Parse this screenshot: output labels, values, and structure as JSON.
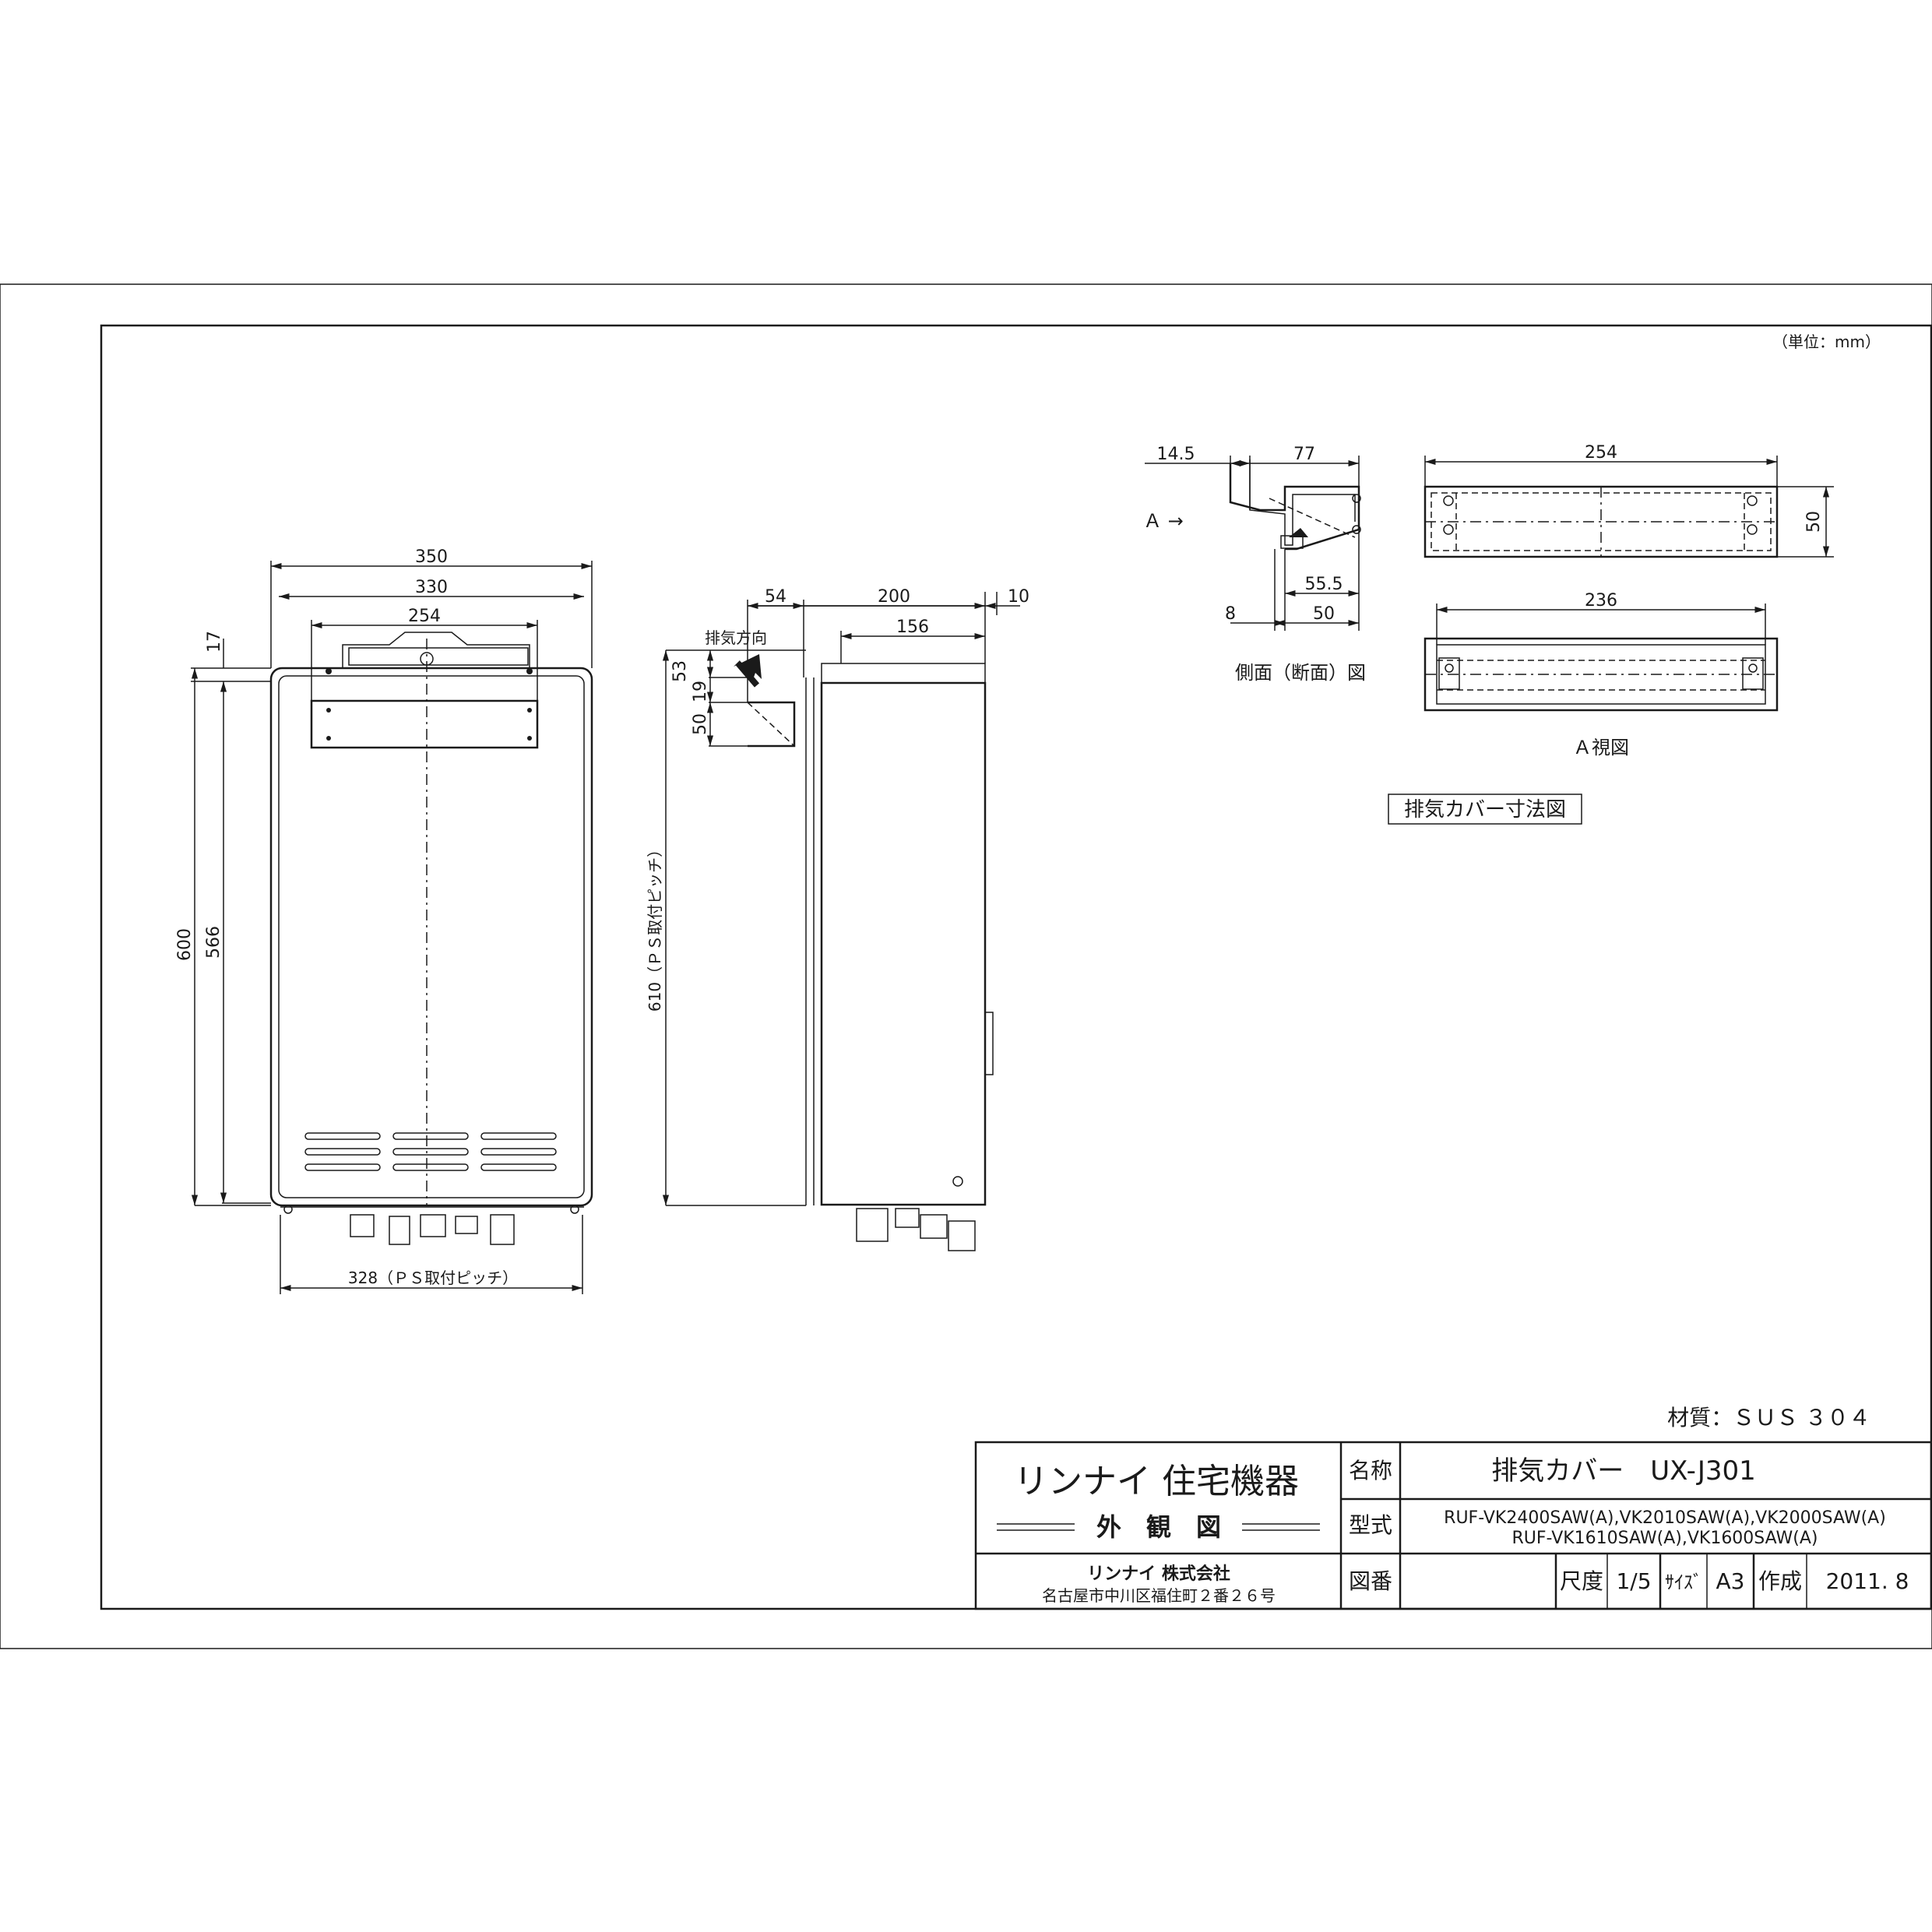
{
  "unit_note": "（単位：mm）",
  "front_view": {
    "dim_350": "350",
    "dim_330": "330",
    "dim_254": "254",
    "dim_17": "17",
    "dim_600": "600",
    "dim_566": "566",
    "dim_328": "328（ＰＳ取付ピッチ）"
  },
  "side_view": {
    "dim_54": "54",
    "dim_200": "200",
    "dim_10": "10",
    "dim_156": "156",
    "dim_53": "53",
    "dim_19": "19",
    "dim_50": "50",
    "dim_610": "610（ＰＳ取付ピッチ）",
    "exhaust_direction": "排気方向"
  },
  "cover_section": {
    "dim_14_5": "14.5",
    "dim_77": "77",
    "dim_55_5": "55.5",
    "dim_8": "8",
    "dim_50": "50",
    "arrow_label": "Ａ →",
    "caption": "側面（断面）図"
  },
  "cover_top": {
    "dim_254": "254",
    "dim_50": "50"
  },
  "cover_a_view": {
    "dim_236": "236",
    "caption": "Ａ視図"
  },
  "cover_title": "排気カバー寸法図",
  "material": "材質：ＳＵＳ ３０４",
  "title_block": {
    "company_logo": "リンナイ 住宅機器",
    "drawing_kind": "外　観　図",
    "company_name": "リンナイ 株式会社",
    "address": "名古屋市中川区福住町２番２６号",
    "name_label": "名称",
    "name_value": "排気カバー　UX-J301",
    "model_label": "型式",
    "model_line1": "RUF-VK2400SAW(A),VK2010SAW(A),VK2000SAW(A)",
    "model_line2": "RUF-VK1610SAW(A),VK1600SAW(A)",
    "drawing_no_label": "図番",
    "scale_label": "尺度",
    "scale_value": "1/5",
    "size_label": "ｻｲｽﾞ",
    "size_value": "A3",
    "created_label": "作成",
    "created_value": "2011. 8"
  }
}
